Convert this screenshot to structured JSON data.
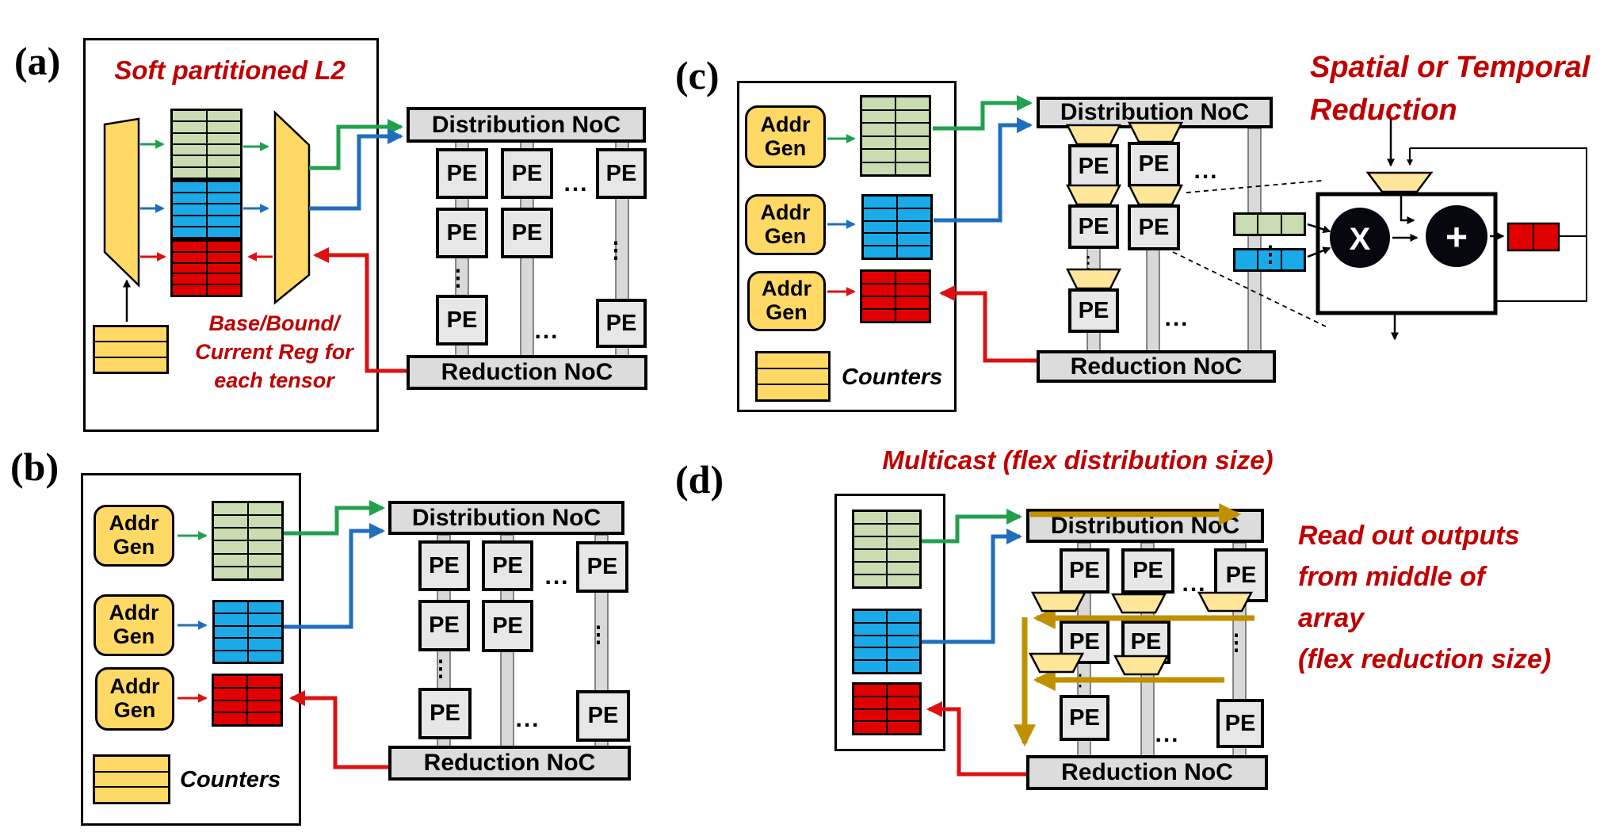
{
  "colors": {
    "annotation_red": "#C00000",
    "bank_green": "#C9DCB2",
    "bank_blue": "#1CA9E8",
    "bank_red": "#E00000",
    "box_yellow": "#FFD966",
    "trapezoid_yellow": "#FFE699",
    "multicast_gold": "#BF9000",
    "arrow_green": "#22A04E",
    "arrow_blue": "#206EBE",
    "arrow_red": "#DD1111",
    "pe_gray": "#E7E7E7",
    "noc_gray": "#DCDCDC"
  },
  "labels": {
    "pe": "PE",
    "distribution_noc": "Distribution NoC",
    "reduction_noc": "Reduction NoC",
    "addr_gen": "Addr Gen",
    "counters": "Counters",
    "hdots": "...",
    "vdots": "⋮",
    "multiply": "X",
    "add": "+"
  },
  "panels": {
    "a": {
      "label": "(a)",
      "title": "Soft partitioned L2",
      "caption_lines": [
        "Base/Bound/",
        "Current Reg for",
        "each tensor"
      ]
    },
    "b": {
      "label": "(b)"
    },
    "c": {
      "label": "(c)",
      "annotation_lines": [
        "Spatial or Temporal",
        "Reduction"
      ]
    },
    "d": {
      "label": "(d)",
      "title": "Multicast (flex distribution size)",
      "annotation_lines": [
        "Read out outputs",
        "from middle of",
        "array",
        "(flex reduction size)"
      ]
    }
  }
}
